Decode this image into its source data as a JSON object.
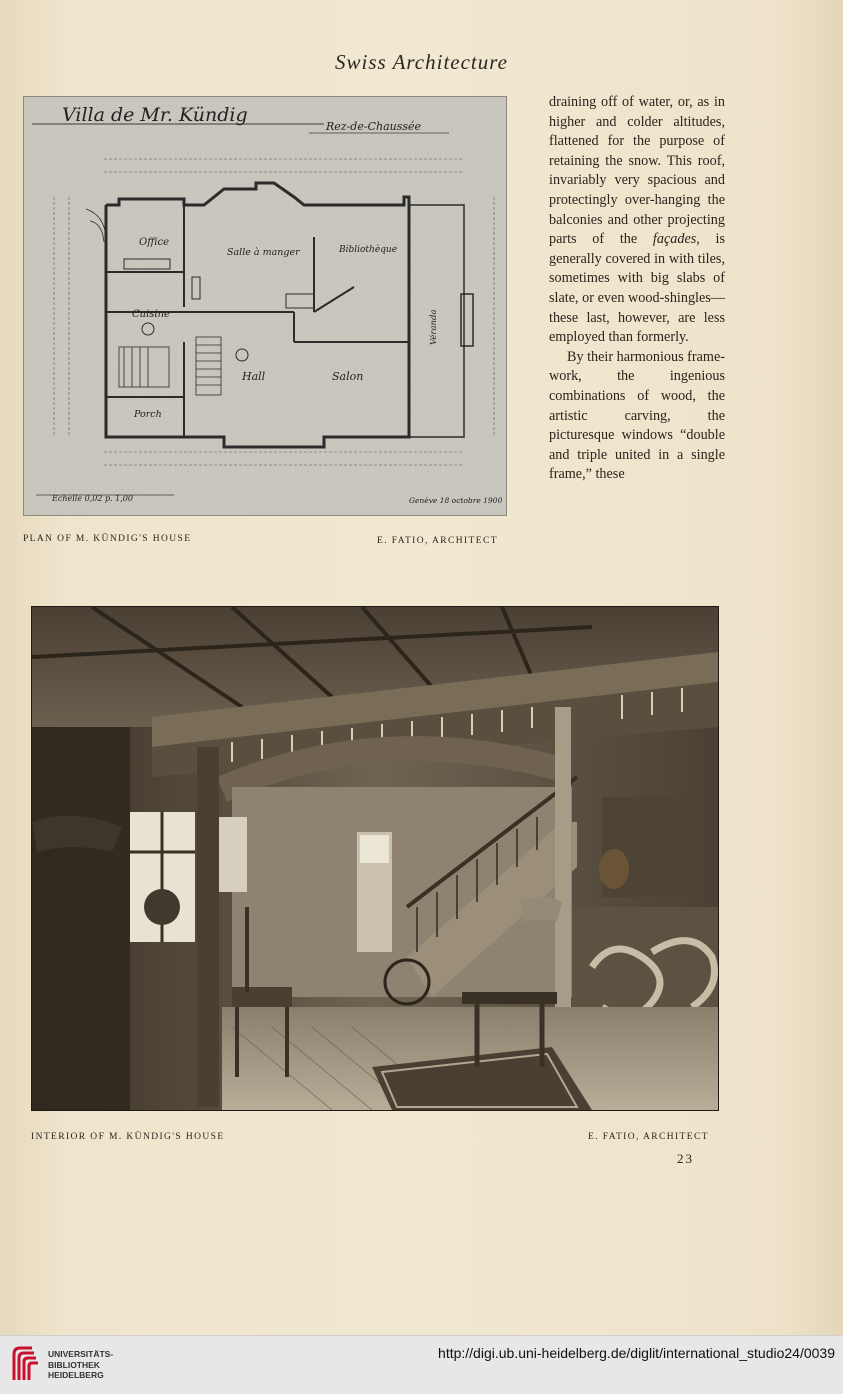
{
  "header": {
    "running_title": "Swiss Architecture"
  },
  "plan": {
    "title": "Villa de Mr. Kündig",
    "subtitle": "Rez-de-Chaussée",
    "rooms": {
      "office": "Office",
      "dining": "Salle à manger",
      "library": "Bibliothèque",
      "kitchen": "Cuisine",
      "hall": "Hall",
      "salon": "Salon",
      "porch": "Porch",
      "veranda": "Véranda"
    },
    "scale_note": "Echelle 0,02 p. 1,00",
    "signature": "Genève 18 octobre 1900",
    "caption_left": "Plan of M. Kündig's House",
    "caption_right": "E. Fatio, Architect"
  },
  "column": {
    "paragraph_1_before": "draining off of water, or, as in higher and colder altitudes, flattened for the purpose of retaining the snow. This roof, invariably very spacious and protectingly over-hanging the balconies and other projecting parts of the ",
    "paragraph_1_italic": "façades",
    "paragraph_1_after": ", is generally covered in with tiles, sometimes with big slabs of slate, or even wood-shingles—these last, however, are less employed than formerly.",
    "paragraph_2": "By their harmonious frame-work, the ingenious combinations of wood, the artistic carving, the picturesque windows “double and triple united in a single frame,” these"
  },
  "photo": {
    "caption_left": "Interior of M. Kündig's House",
    "caption_right": "E. Fatio, Architect"
  },
  "page_number": "23",
  "footer": {
    "logo_lines": [
      "UNIVERSITÄTS-",
      "BIBLIOTHEK",
      "HEIDELBERG"
    ],
    "url": "http://digi.ub.uni-heidelberg.de/diglit/international_studio24/0039",
    "logo_color": "#c8102e"
  }
}
